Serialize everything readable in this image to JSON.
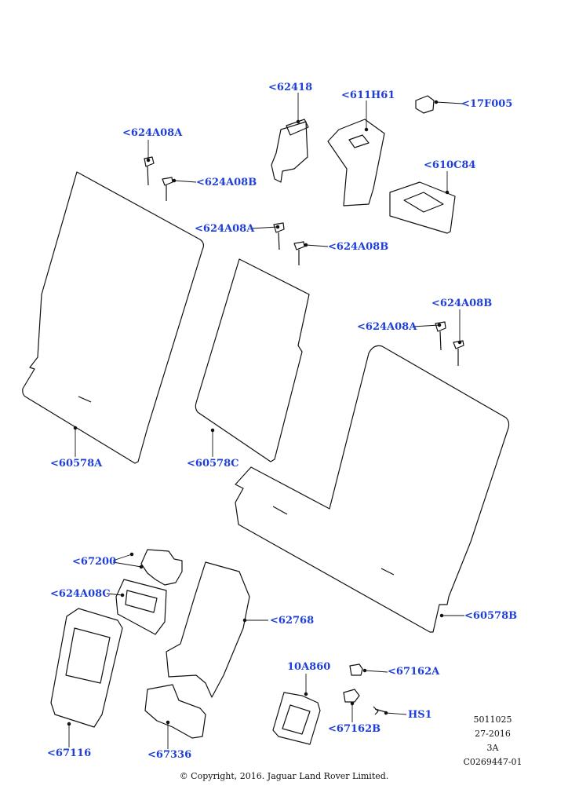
{
  "callouts": {
    "c62418": "<62418",
    "c611h61": "<611H61",
    "c17f005": "<17F005",
    "c624a08a_1": "<624A08A",
    "c624a08b_1": "<624A08B",
    "c610c84": "<610C84",
    "c624a08a_2": "<624A08A",
    "c624a08b_2": "<624A08B",
    "c624a08b_3": "<624A08B",
    "c624a08a_3": "<624A08A",
    "c60578a": "<60578A",
    "c60578c": "<60578C",
    "c60578b": "<60578B",
    "c67200": "<67200",
    "c624a08c": "<624A08C",
    "c62768": "<62768",
    "c10a860": "10A860",
    "c67162a": "<67162A",
    "chs1": "HS1",
    "c67162b": "<67162B",
    "c67116": "<67116",
    "c67336": "<67336"
  },
  "meta": {
    "line1": "5011025",
    "line2": "27-2016",
    "line3": "3A",
    "line4": "C0269447-01"
  },
  "copyright": "© Copyright, 2016. Jaguar Land Rover Limited.",
  "colors": {
    "callout": "#1f3fd6",
    "line": "#111111"
  }
}
